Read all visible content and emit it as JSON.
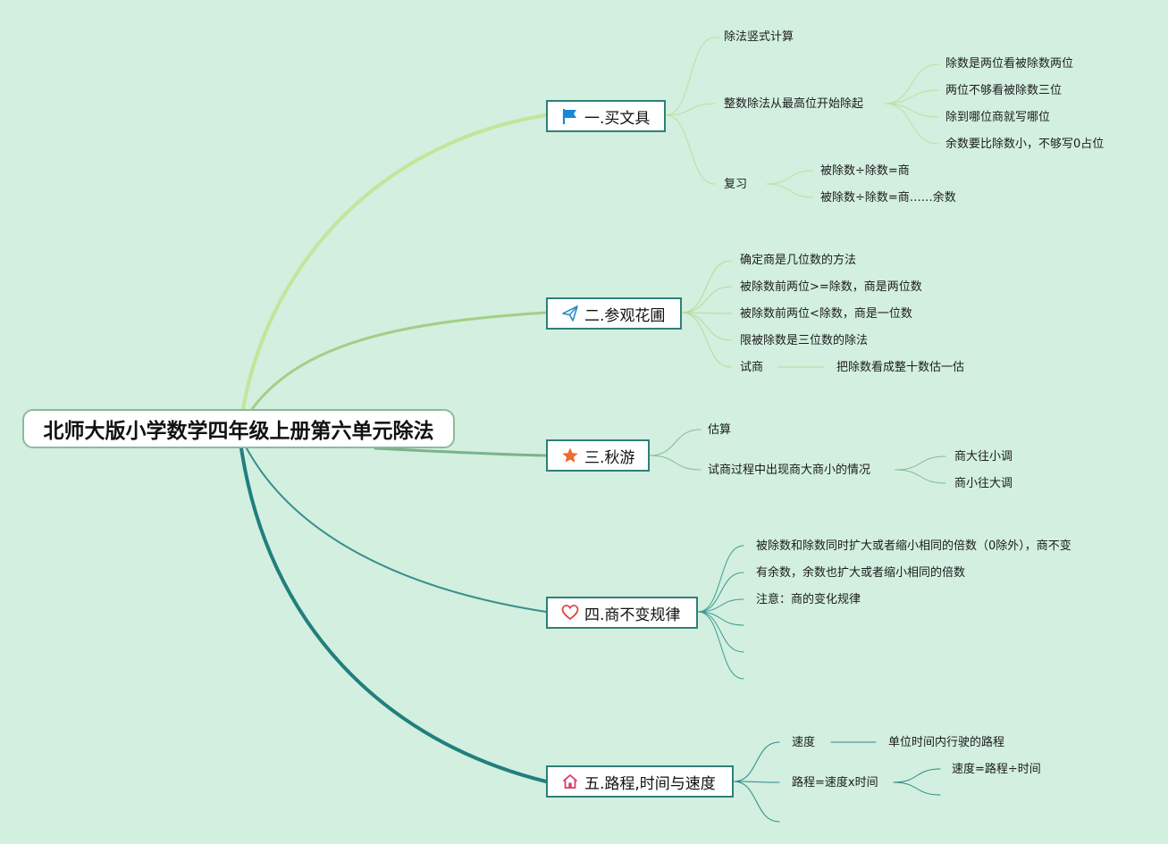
{
  "root": {
    "title": "北师大版小学数学四年级上册第六单元除法"
  },
  "topics": [
    {
      "label": "一.买文具",
      "icon": "flag-icon",
      "children": [
        {
          "label": "除法竖式计算"
        },
        {
          "label": "整数除法从最高位开始除起",
          "children": [
            "除数是两位看被除数两位",
            "两位不够看被除数三位",
            "除到哪位商就写哪位",
            "余数要比除数小，不够写0占位"
          ]
        },
        {
          "label": "复习",
          "children": [
            "被除数÷除数=商",
            "被除数÷除数=商……余数"
          ]
        }
      ]
    },
    {
      "label": "二.参观花圃",
      "icon": "paper-plane-icon",
      "children": [
        {
          "label": "确定商是几位数的方法"
        },
        {
          "label": "被除数前两位>=除数，商是两位数"
        },
        {
          "label": "被除数前两位<除数，商是一位数"
        },
        {
          "label": "限被除数是三位数的除法"
        },
        {
          "label": "试商",
          "children": [
            "把除数看成整十数估一估"
          ]
        }
      ]
    },
    {
      "label": "三.秋游",
      "icon": "star-icon",
      "children": [
        {
          "label": "估算"
        },
        {
          "label": "试商过程中出现商大商小的情况",
          "children": [
            "商大往小调",
            "商小往大调"
          ]
        }
      ]
    },
    {
      "label": "四.商不变规律",
      "icon": "heart-icon",
      "children": [
        {
          "label": "被除数和除数同时扩大或者缩小相同的倍数（0除外），商不变"
        },
        {
          "label": "有余数，余数也扩大或者缩小相同的倍数"
        },
        {
          "label": "注意：商的变化规律"
        },
        {
          "label": ""
        },
        {
          "label": ""
        },
        {
          "label": ""
        }
      ]
    },
    {
      "label": "五.路程,时间与速度",
      "icon": "home-icon",
      "children": [
        {
          "label": "速度",
          "children": [
            "单位时间内行驶的路程"
          ]
        },
        {
          "label": "路程=速度x时间",
          "children": [
            "速度=路程÷时间",
            ""
          ]
        },
        {
          "label": ""
        }
      ]
    }
  ],
  "colors": {
    "background": "#d2efdf",
    "branch_1": "#c4e59a",
    "branch_2": "#a2cf85",
    "branch_3": "#78b38c",
    "branch_4": "#36908b",
    "branch_5": "#217f7d",
    "icon_flag": "#1a86d8",
    "icon_plane": "#2a8bc9",
    "icon_star": "#ef6a2c",
    "icon_heart": "#e04848",
    "icon_home": "#dc3a6a"
  }
}
